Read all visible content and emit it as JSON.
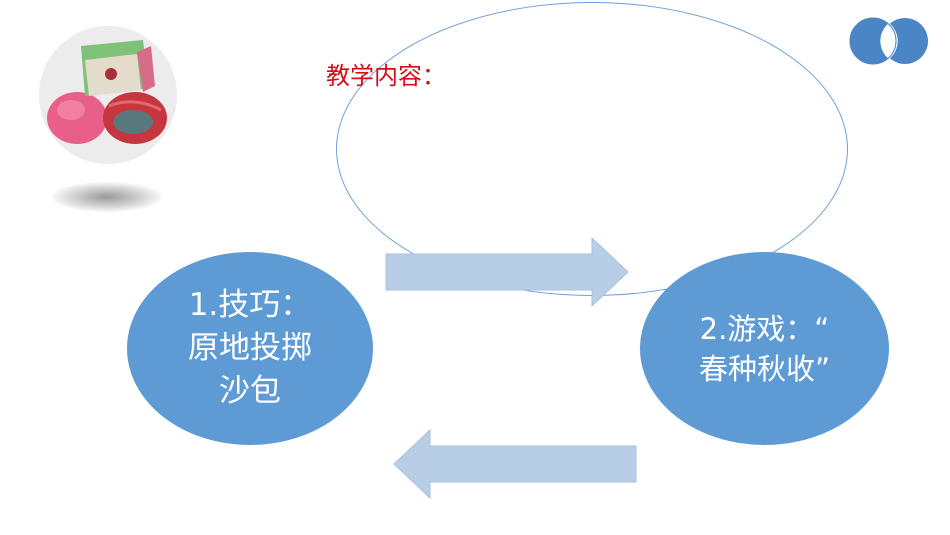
{
  "slide": {
    "content_label": "教学内容：",
    "colors": {
      "node_fill": "#5e9bd5",
      "arrow_fill": "#b8cde6",
      "label_red": "#d10f1a",
      "ellipse_stroke": "#6d9fd6"
    }
  },
  "nodes": {
    "left": {
      "lines": [
        "1.技巧：",
        "原地投掷",
        "沙包"
      ]
    },
    "right": {
      "lines": [
        "2.游戏：“",
        "春种秋收”"
      ]
    }
  },
  "arrows": {
    "forward": "right-arrow-icon",
    "backward": "left-arrow-icon"
  },
  "decor": {
    "photo": "sandbag-photo",
    "logo": "overlapping-circles-logo"
  }
}
